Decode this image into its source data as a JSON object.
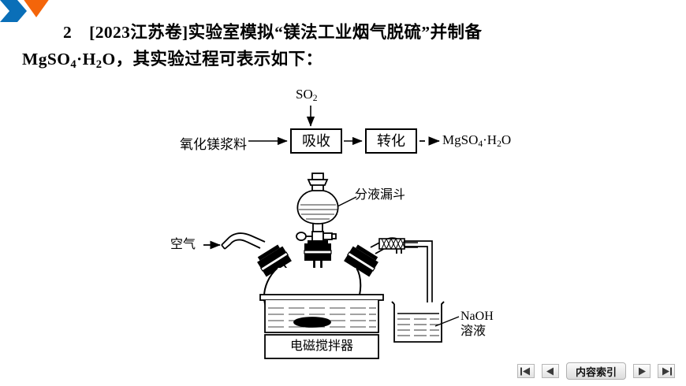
{
  "slide": {
    "background": "#ffffff",
    "decoration": {
      "orange_color": "#f4650a",
      "blue_color": "#0a6fb8",
      "orange_shape": "triangle-down",
      "blue_shape": "chevron-right"
    }
  },
  "question": {
    "number": "2",
    "line1_prefix": "[2023江苏卷]实验室模拟",
    "line1_quote": "“镁法工业烟气脱硫”",
    "line1_suffix": "并制备",
    "line1_full": "[2023江苏卷]实验室模拟“镁法工业烟气脱硫”并制备",
    "line2_formula_main": "MgSO",
    "line2_formula_sub1": "4",
    "line2_formula_mid": "·H",
    "line2_formula_sub2": "2",
    "line2_formula_end": "O",
    "line2_text": "，其实验过程可表示如下："
  },
  "flowchart": {
    "input_label": "氧化镁浆料",
    "gas_label_main": "SO",
    "gas_label_sub": "2",
    "box1": "吸收",
    "box2": "转化",
    "product_main": "MgSO",
    "product_sub1": "4",
    "product_mid": "·H",
    "product_sub2": "2",
    "product_end": "O",
    "arrow_solid": "solid-arrow",
    "arrow_dashed": "dashed-arrow"
  },
  "apparatus": {
    "funnel_label": "分液漏斗",
    "air_label": "空气",
    "stirrer_label": "电磁搅拌器",
    "beaker_label_line1": "NaOH",
    "beaker_label_line2": "溶液",
    "parts": {
      "separating_funnel": "separating-funnel",
      "three_neck_flask": "three-neck-flask",
      "water_bath": "water-bath",
      "magnetic_stirrer": "magnetic-stirrer",
      "stir_bar": "stir-bar",
      "beaker": "beaker",
      "rubber_connector": "rubber-tube-connector",
      "air_inlet_tube": "air-inlet-tube"
    }
  },
  "navbar": {
    "first_label": "first-slide",
    "prev_label": "previous-slide",
    "index_label": "内容索引",
    "next_label": "next-slide",
    "last_label": "last-slide"
  }
}
